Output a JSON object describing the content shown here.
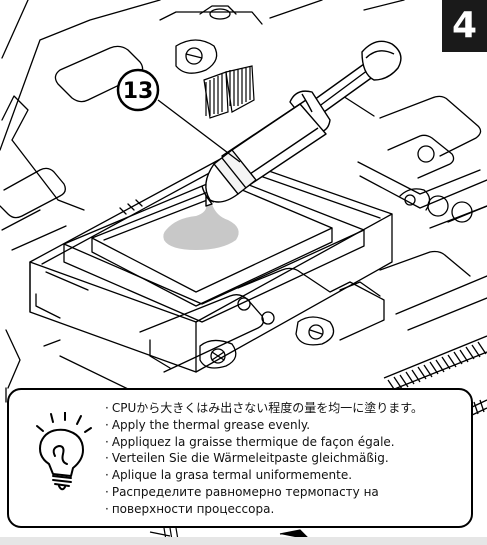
{
  "step_number": "4",
  "callout_number": "13",
  "notes": [
    "CPUから大きくはみ出さない程度の量を均一に塗ります。",
    "Apply the thermal grease evenly.",
    "Appliquez la graisse thermique de façon égale.",
    "Verteilen Sie die Wärmeleitpaste gleichmäßig.",
    "Aplique la grasa termal uniformemente.",
    "Распределите равномерно термопасту на",
    "поверхности процессора."
  ],
  "icons": {
    "hint": "lightbulb-icon",
    "tool": "thermal-grease-syringe"
  },
  "colors": {
    "line": "#000000",
    "grease": "#c8c8c8",
    "badge": "#1a1a1a"
  }
}
